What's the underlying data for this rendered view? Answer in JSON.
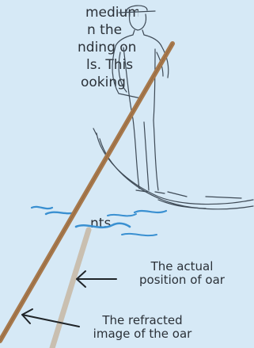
{
  "paragraph": {
    "lines": [
      "medium",
      "n the",
      "nding on",
      "ls. This",
      "ooking"
    ]
  },
  "left_fragment": "nts",
  "labels": {
    "actual_line1": "The actual",
    "actual_line2": "position of oar",
    "refracted_line1": "The refracted",
    "refracted_line2": "image of the oar"
  },
  "colors": {
    "background": "#d6e9f6",
    "oar_actual": "#a7794d",
    "oar_refracted": "#c9bfb0",
    "sketch": "#3e4a56",
    "water": "#3a90d1",
    "text": "#2b3138"
  }
}
